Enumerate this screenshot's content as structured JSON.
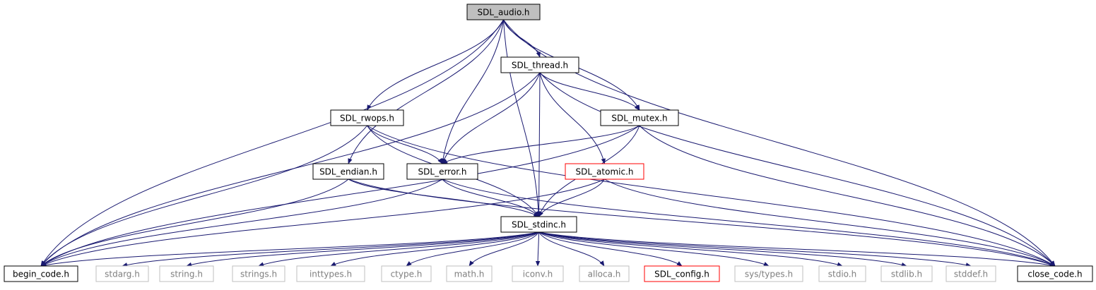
{
  "colors": {
    "edge": "#191970",
    "node_default_border": "#000000",
    "node_focus_fill": "#bfbfbf",
    "node_error_border": "#ff0000",
    "node_system_border": "#bfbfbf",
    "node_system_text": "#7f7f7f",
    "text": "#000000"
  },
  "nodes": [
    {
      "id": "audio",
      "label": "SDL_audio.h",
      "style": "focus"
    },
    {
      "id": "thread",
      "label": "SDL_thread.h",
      "style": "default"
    },
    {
      "id": "rwops",
      "label": "SDL_rwops.h",
      "style": "default"
    },
    {
      "id": "mutex",
      "label": "SDL_mutex.h",
      "style": "default"
    },
    {
      "id": "endian",
      "label": "SDL_endian.h",
      "style": "default"
    },
    {
      "id": "error",
      "label": "SDL_error.h",
      "style": "default"
    },
    {
      "id": "atomic",
      "label": "SDL_atomic.h",
      "style": "error"
    },
    {
      "id": "stdinc",
      "label": "SDL_stdinc.h",
      "style": "default"
    },
    {
      "id": "begin",
      "label": "begin_code.h",
      "style": "default"
    },
    {
      "id": "stdarg",
      "label": "stdarg.h",
      "style": "system"
    },
    {
      "id": "string",
      "label": "string.h",
      "style": "system"
    },
    {
      "id": "strings",
      "label": "strings.h",
      "style": "system"
    },
    {
      "id": "inttypes",
      "label": "inttypes.h",
      "style": "system"
    },
    {
      "id": "ctype",
      "label": "ctype.h",
      "style": "system"
    },
    {
      "id": "math",
      "label": "math.h",
      "style": "system"
    },
    {
      "id": "iconv",
      "label": "iconv.h",
      "style": "system"
    },
    {
      "id": "alloca",
      "label": "alloca.h",
      "style": "system"
    },
    {
      "id": "config",
      "label": "SDL_config.h",
      "style": "error"
    },
    {
      "id": "systypes",
      "label": "sys/types.h",
      "style": "system"
    },
    {
      "id": "stdio",
      "label": "stdio.h",
      "style": "system"
    },
    {
      "id": "stdlib",
      "label": "stdlib.h",
      "style": "system"
    },
    {
      "id": "stddef",
      "label": "stddef.h",
      "style": "system"
    },
    {
      "id": "close",
      "label": "close_code.h",
      "style": "default"
    }
  ],
  "edges": [
    [
      "audio",
      "begin"
    ],
    [
      "audio",
      "rwops"
    ],
    [
      "audio",
      "endian"
    ],
    [
      "audio",
      "error"
    ],
    [
      "audio",
      "thread"
    ],
    [
      "audio",
      "mutex"
    ],
    [
      "audio",
      "stdinc"
    ],
    [
      "audio",
      "close"
    ],
    [
      "thread",
      "begin"
    ],
    [
      "thread",
      "error"
    ],
    [
      "thread",
      "stdinc"
    ],
    [
      "thread",
      "atomic"
    ],
    [
      "thread",
      "mutex"
    ],
    [
      "thread",
      "close"
    ],
    [
      "rwops",
      "begin"
    ],
    [
      "rwops",
      "stdinc"
    ],
    [
      "rwops",
      "error"
    ],
    [
      "rwops",
      "close"
    ],
    [
      "mutex",
      "error"
    ],
    [
      "mutex",
      "begin"
    ],
    [
      "mutex",
      "stdinc"
    ],
    [
      "mutex",
      "close"
    ],
    [
      "endian",
      "begin"
    ],
    [
      "endian",
      "stdinc"
    ],
    [
      "endian",
      "close"
    ],
    [
      "error",
      "begin"
    ],
    [
      "error",
      "stdinc"
    ],
    [
      "error",
      "close"
    ],
    [
      "atomic",
      "begin"
    ],
    [
      "atomic",
      "stdinc"
    ],
    [
      "atomic",
      "close"
    ],
    [
      "stdinc",
      "begin"
    ],
    [
      "stdinc",
      "stdarg"
    ],
    [
      "stdinc",
      "string"
    ],
    [
      "stdinc",
      "strings"
    ],
    [
      "stdinc",
      "inttypes"
    ],
    [
      "stdinc",
      "ctype"
    ],
    [
      "stdinc",
      "math"
    ],
    [
      "stdinc",
      "iconv"
    ],
    [
      "stdinc",
      "alloca"
    ],
    [
      "stdinc",
      "config"
    ],
    [
      "stdinc",
      "systypes"
    ],
    [
      "stdinc",
      "stdio"
    ],
    [
      "stdinc",
      "stdlib"
    ],
    [
      "stdinc",
      "stddef"
    ],
    [
      "stdinc",
      "close"
    ]
  ]
}
